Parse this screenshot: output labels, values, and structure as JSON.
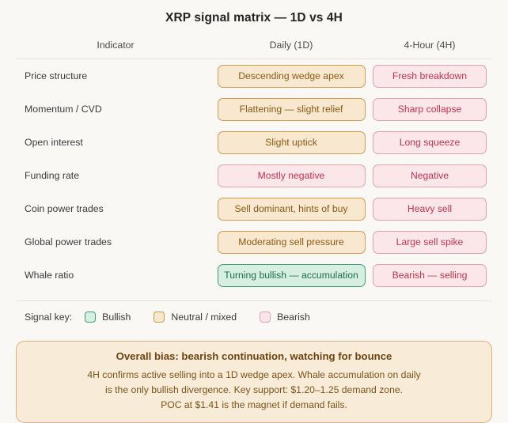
{
  "title": "XRP signal matrix — 1D vs 4H",
  "table": {
    "headers": {
      "indicator": "Indicator",
      "daily": "Daily (1D)",
      "four_hour": "4-Hour (4H)"
    },
    "rows": [
      {
        "indicator": "Price structure",
        "daily": {
          "text": "Descending wedge apex",
          "signal": "neutral"
        },
        "four_hour": {
          "text": "Fresh breakdown",
          "signal": "bearish"
        }
      },
      {
        "indicator": "Momentum / CVD",
        "daily": {
          "text": "Flattening — slight relief",
          "signal": "neutral"
        },
        "four_hour": {
          "text": "Sharp collapse",
          "signal": "bearish"
        }
      },
      {
        "indicator": "Open interest",
        "daily": {
          "text": "Slight uptick",
          "signal": "neutral"
        },
        "four_hour": {
          "text": "Long squeeze",
          "signal": "bearish"
        }
      },
      {
        "indicator": "Funding rate",
        "daily": {
          "text": "Mostly negative",
          "signal": "bearish"
        },
        "four_hour": {
          "text": "Negative",
          "signal": "bearish"
        }
      },
      {
        "indicator": "Coin power trades",
        "daily": {
          "text": "Sell dominant, hints of buy",
          "signal": "neutral"
        },
        "four_hour": {
          "text": "Heavy sell",
          "signal": "bearish"
        }
      },
      {
        "indicator": "Global power trades",
        "daily": {
          "text": "Moderating sell pressure",
          "signal": "neutral"
        },
        "four_hour": {
          "text": "Large sell spike",
          "signal": "bearish"
        }
      },
      {
        "indicator": "Whale ratio",
        "daily": {
          "text": "Turning bullish — accumulation",
          "signal": "bullish"
        },
        "four_hour": {
          "text": "Bearish — selling",
          "signal": "bearish"
        }
      }
    ]
  },
  "legend": {
    "label": "Signal key:",
    "items": [
      {
        "label": "Bullish",
        "signal": "bullish"
      },
      {
        "label": "Neutral / mixed",
        "signal": "neutral"
      },
      {
        "label": "Bearish",
        "signal": "bearish"
      }
    ]
  },
  "summary": {
    "heading": "Overall bias: bearish continuation, watching for bounce",
    "lines": [
      "4H confirms active selling into a 1D wedge apex. Whale accumulation on daily",
      "is the only bullish divergence. Key support: $1.20–1.25 demand zone.",
      "POC at $1.41 is the magnet if demand fails."
    ]
  },
  "colors": {
    "background": "#faf8f5",
    "bullish_bg": "#d7efe1",
    "bullish_border": "#3f9e79",
    "bullish_text": "#1d6b4c",
    "neutral_bg": "#f8e8cf",
    "neutral_border": "#cd9a52",
    "neutral_text": "#8a5a16",
    "bearish_bg": "#fbe6e9",
    "bearish_border": "#e1a0ad",
    "bearish_text": "#c0344f",
    "summary_bg": "#f8ecd9",
    "summary_border": "#d9b27f"
  }
}
